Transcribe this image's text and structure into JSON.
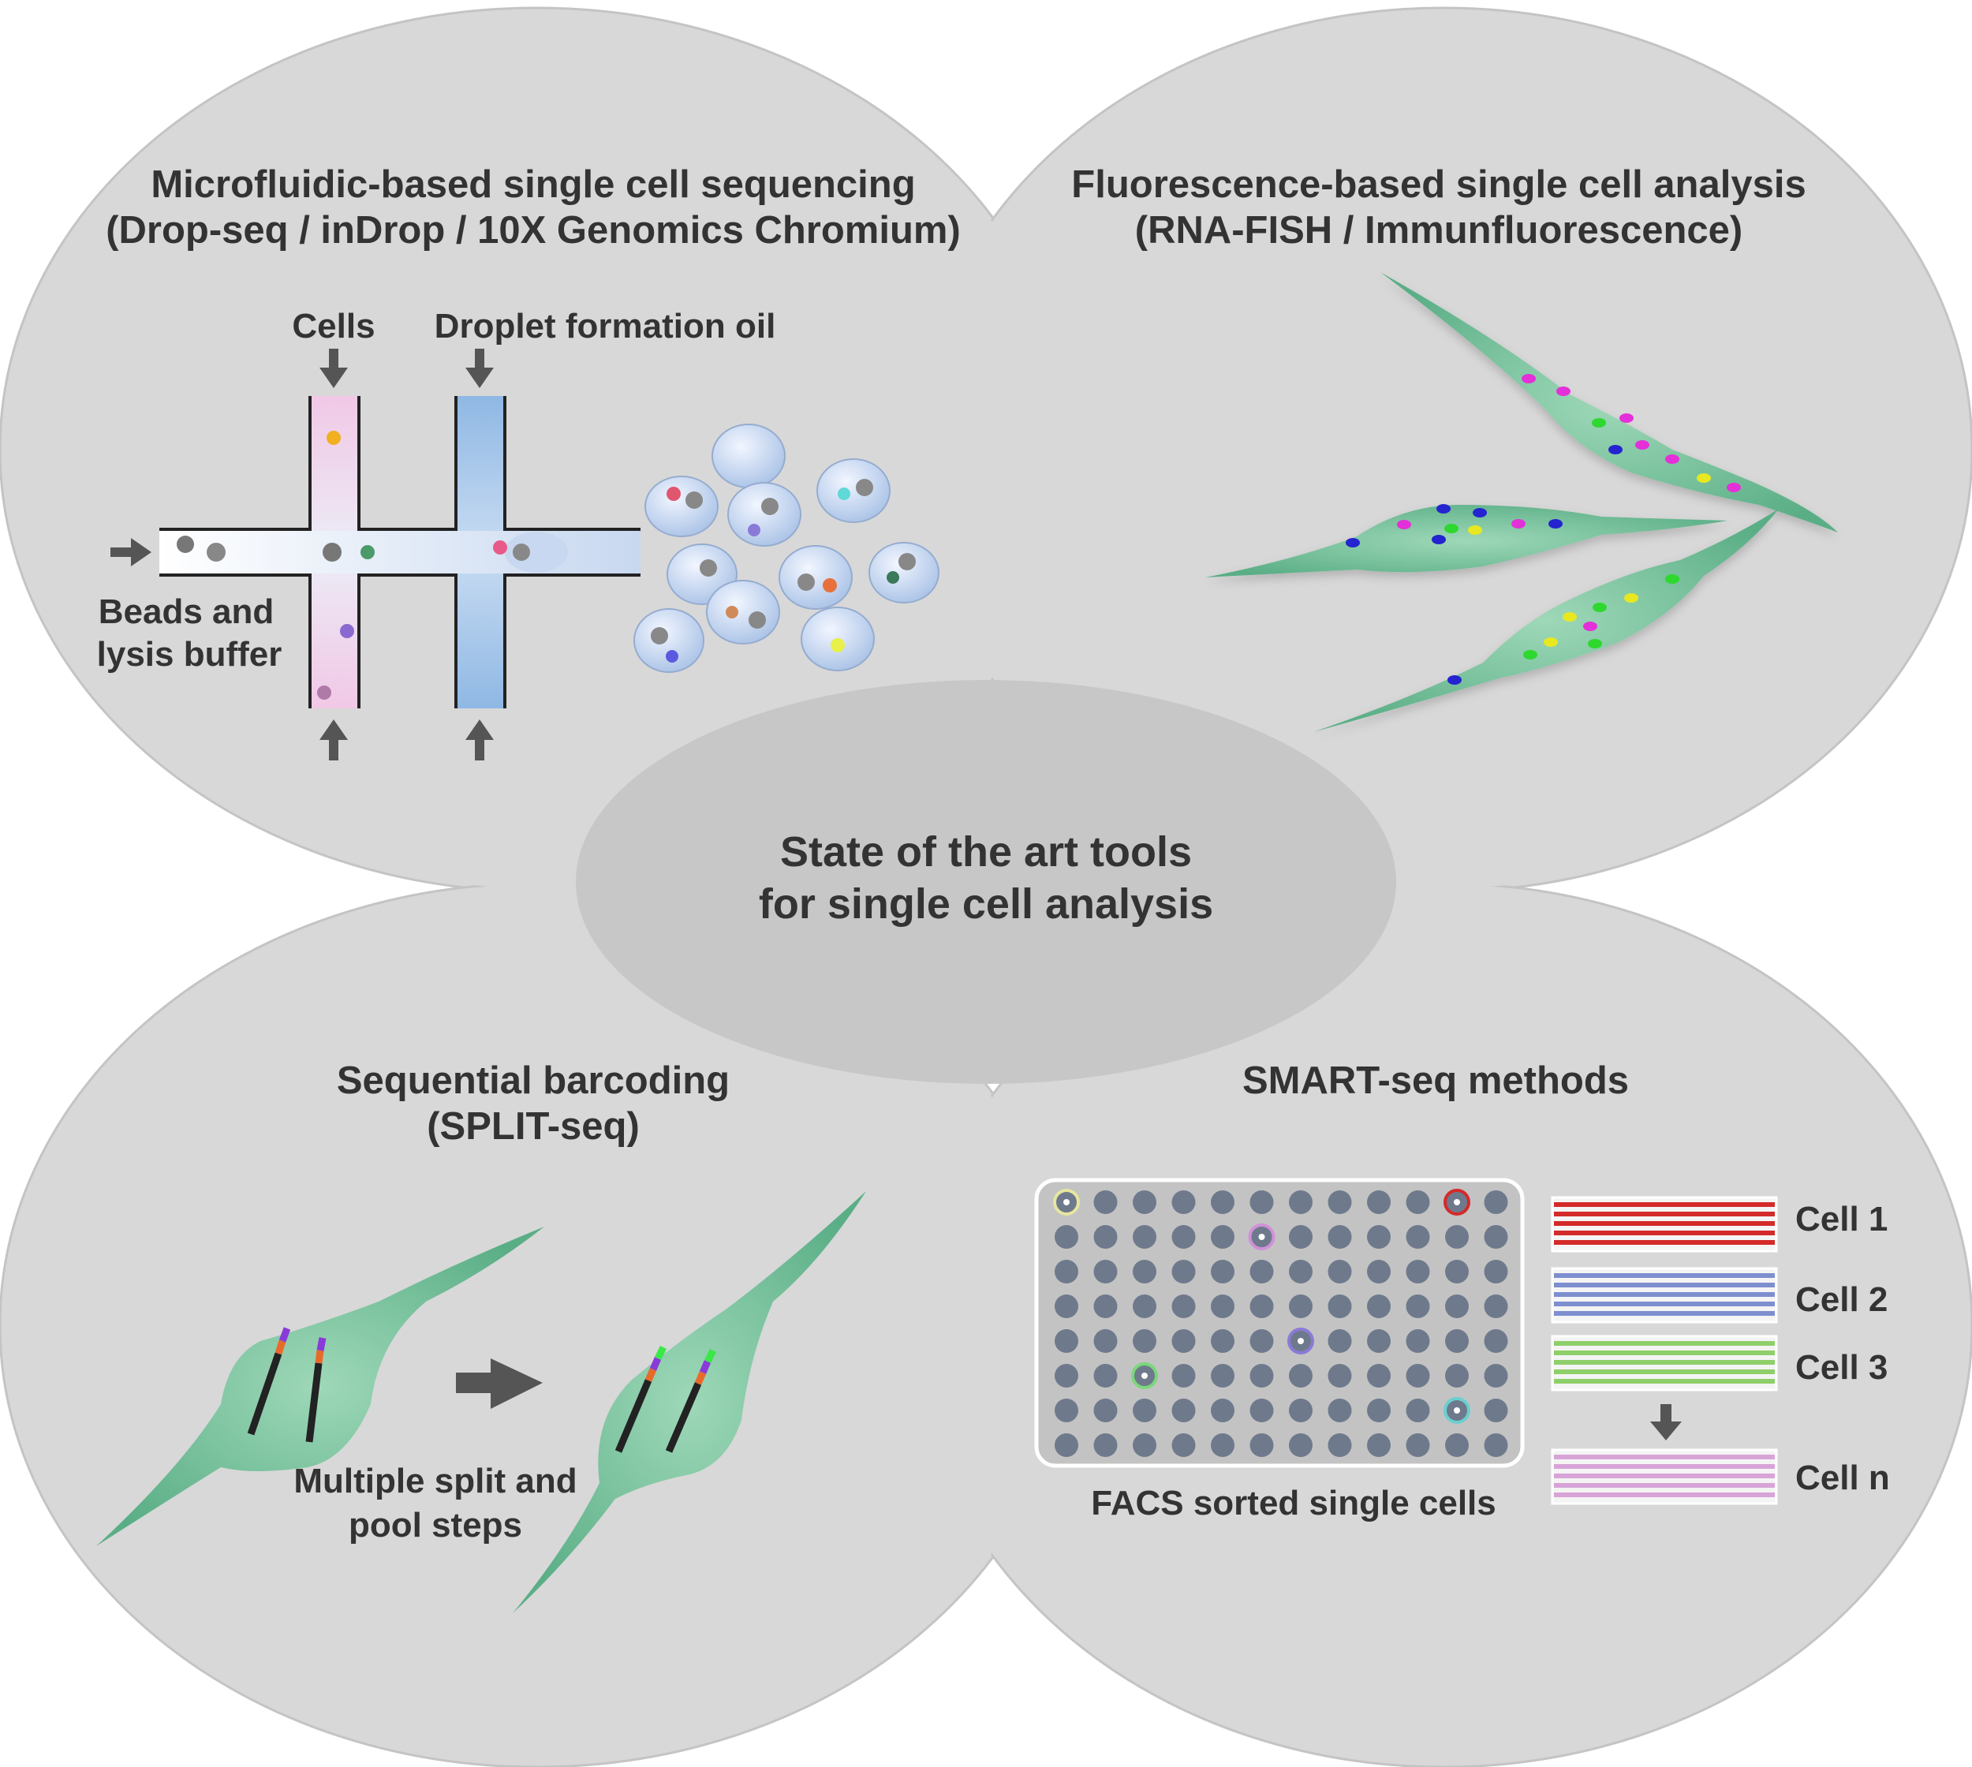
{
  "center": {
    "line1": "State of the art tools",
    "line2": "for single cell analysis"
  },
  "microfluidic": {
    "title1": "Microfluidic-based single cell sequencing",
    "title2": "(Drop-seq / inDrop / 10X Genomics Chromium)",
    "cells_label": "Cells",
    "oil_label": "Droplet formation oil",
    "beads_label1": "Beads and",
    "beads_label2": "lysis buffer"
  },
  "fluorescence": {
    "title1": "Fluorescence-based single cell analysis",
    "title2": "(RNA-FISH / Immunfluorescence)"
  },
  "split": {
    "title1": "Sequential barcoding",
    "title2": "(SPLIT-seq)",
    "steps1": "Multiple split and",
    "steps2": "pool steps"
  },
  "smart": {
    "title": "SMART-seq methods",
    "plate_caption": "FACS sorted single cells",
    "cells": [
      {
        "label": "Cell 1",
        "color": "#d42a2a"
      },
      {
        "label": "Cell 2",
        "color": "#7e8fd0"
      },
      {
        "label": "Cell 3",
        "color": "#8fcf6a"
      },
      {
        "label": "Cell n",
        "color": "#d8a4d8"
      }
    ]
  },
  "colors": {
    "petal": "#d8d8d8",
    "center": "#c7c7c7",
    "cell_green": "#6bbf96",
    "arrow": "#555555"
  }
}
